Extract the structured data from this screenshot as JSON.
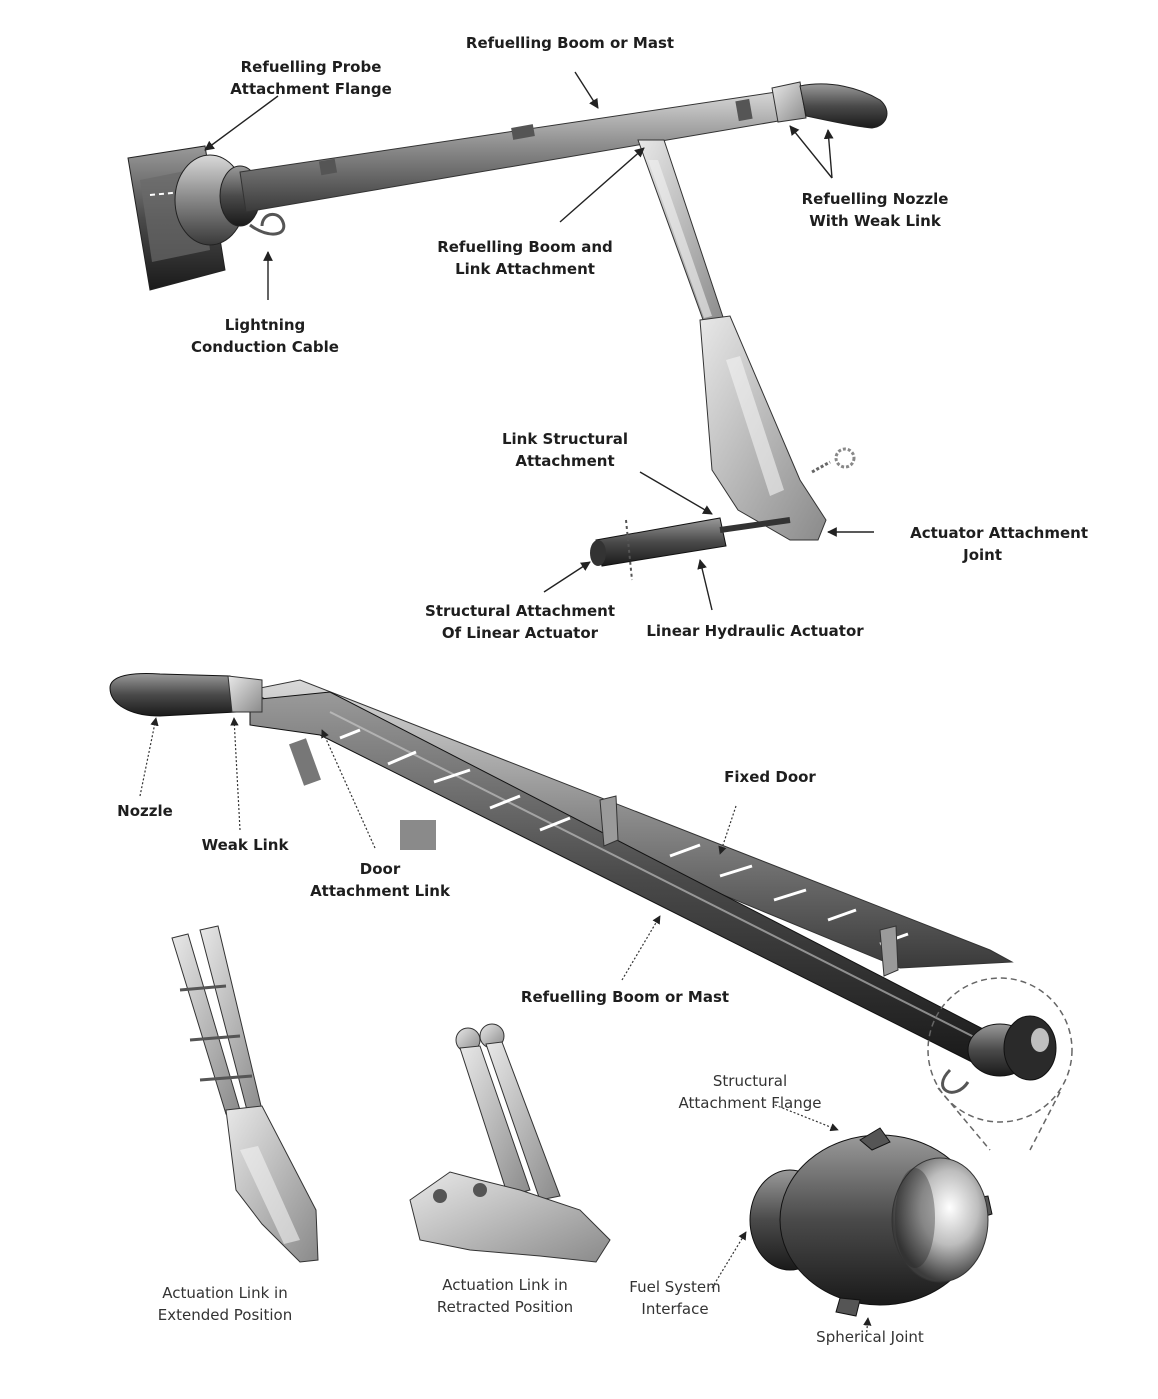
{
  "top_assembly": {
    "boom_mast": "Refuelling Boom or Mast",
    "probe_flange": [
      "Refuelling Probe",
      "Attachment Flange"
    ],
    "nozzle_weak_link": [
      "Refuelling Nozzle",
      "With Weak Link"
    ],
    "boom_link_attachment": [
      "Refuelling Boom and",
      "Link Attachment"
    ],
    "lightning_cable": [
      "Lightning",
      "Conduction Cable"
    ],
    "link_structural": [
      "Link Structural",
      "Attachment"
    ],
    "actuator_joint": [
      "Actuator Attachment",
      "Joint"
    ],
    "structural_actuator": [
      "Structural Attachment",
      "Of Linear Actuator"
    ],
    "hydraulic_actuator": "Linear Hydraulic Actuator"
  },
  "bottom_assembly": {
    "nozzle": "Nozzle",
    "weak_link": "Weak Link",
    "door_link": [
      "Door",
      "Attachment Link"
    ],
    "fixed_door": "Fixed Door",
    "boom_mast": "Refuelling Boom or Mast"
  },
  "details": {
    "extended": [
      "Actuation Link in",
      "Extended Position"
    ],
    "retracted": [
      "Actuation Link in",
      "Retracted Position"
    ],
    "flange": [
      "Structural",
      "Attachment Flange"
    ],
    "fuel_interface": [
      "Fuel System",
      "Interface"
    ],
    "spherical": "Spherical Joint"
  }
}
